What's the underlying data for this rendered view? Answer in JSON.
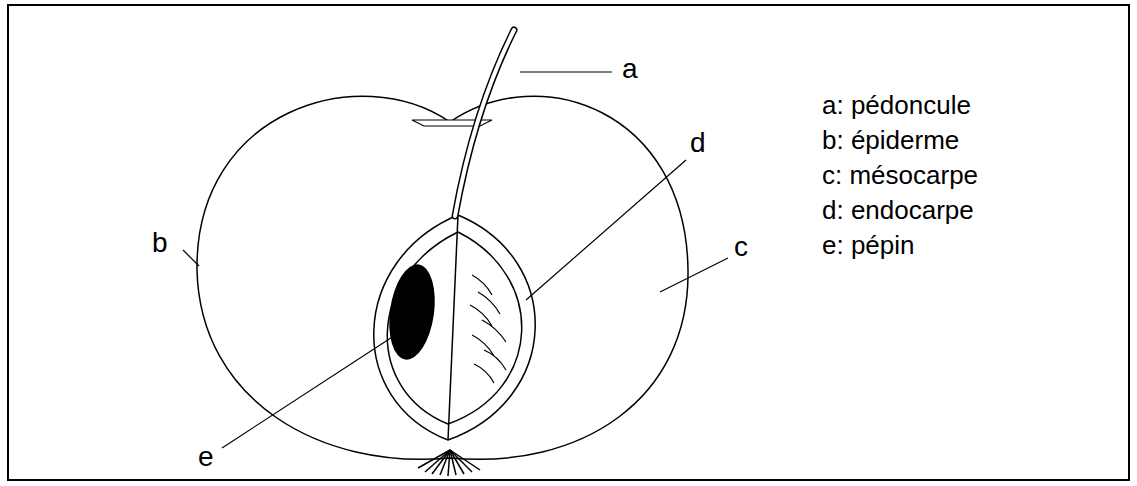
{
  "diagram": {
    "labels": [
      "a",
      "b",
      "c",
      "d",
      "e",
      "a: pédoncule",
      "b: épiderme",
      "c: mésocarpe",
      "d: endocarpe",
      "e: pépin"
    ]
  }
}
